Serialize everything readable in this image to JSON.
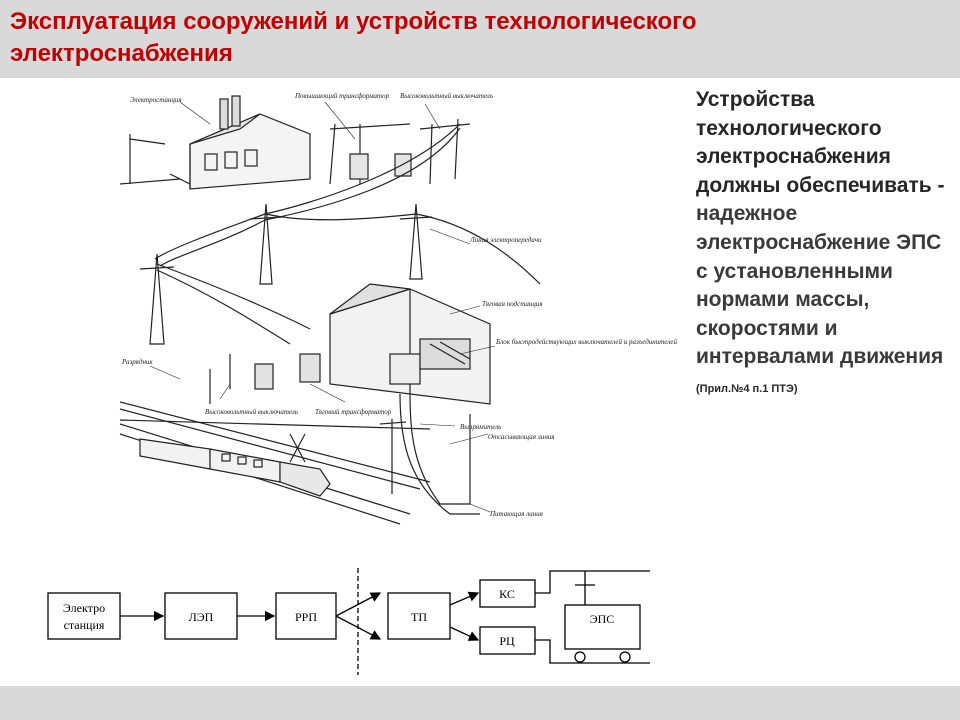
{
  "slide": {
    "title": "Эксплуатация сооружений и устройств технологического электроснабжения"
  },
  "text": {
    "lead": "Устройства технологического электроснабжения должны обеспечивать -",
    "body": "надежное электроснабжение ЭПС с установленными нормами массы, скоростями и интервалами движения",
    "reference": "(Прил.№4 п.1  ПТЭ)"
  },
  "illustration": {
    "labels": {
      "power_station": "Электростанция",
      "step_up_transformer": "Повышающий трансформатор",
      "hv_breaker_top": "Высоковольтный выключатель",
      "transmission_line": "Линия электропередачи",
      "traction_substation": "Тяговая подстанция",
      "arrester": "Разрядник",
      "hv_breaker_bottom": "Высоковольтный выключатель",
      "traction_transformer": "Тяговый трансформатор",
      "rectifier": "Выпрямитель",
      "fast_breaker_block": "Блок быстродействующих выключателей и разъединителей",
      "return_line": "Отсасывающая линия",
      "feeder_line": "Питающая линия"
    }
  },
  "scheme": {
    "power_station_line1": "Электро",
    "power_station_line2": "станция",
    "transmission": "ЛЭП",
    "distribution": "РРП",
    "substation": "ТП",
    "contact_network": "КС",
    "rail_circuit": "РЦ",
    "rolling_stock": "ЭПС"
  },
  "colors": {
    "title": "#c00000",
    "header_bg": "#d9d9d9",
    "footer_bg": "#d9d9d9",
    "text": "#262626"
  }
}
